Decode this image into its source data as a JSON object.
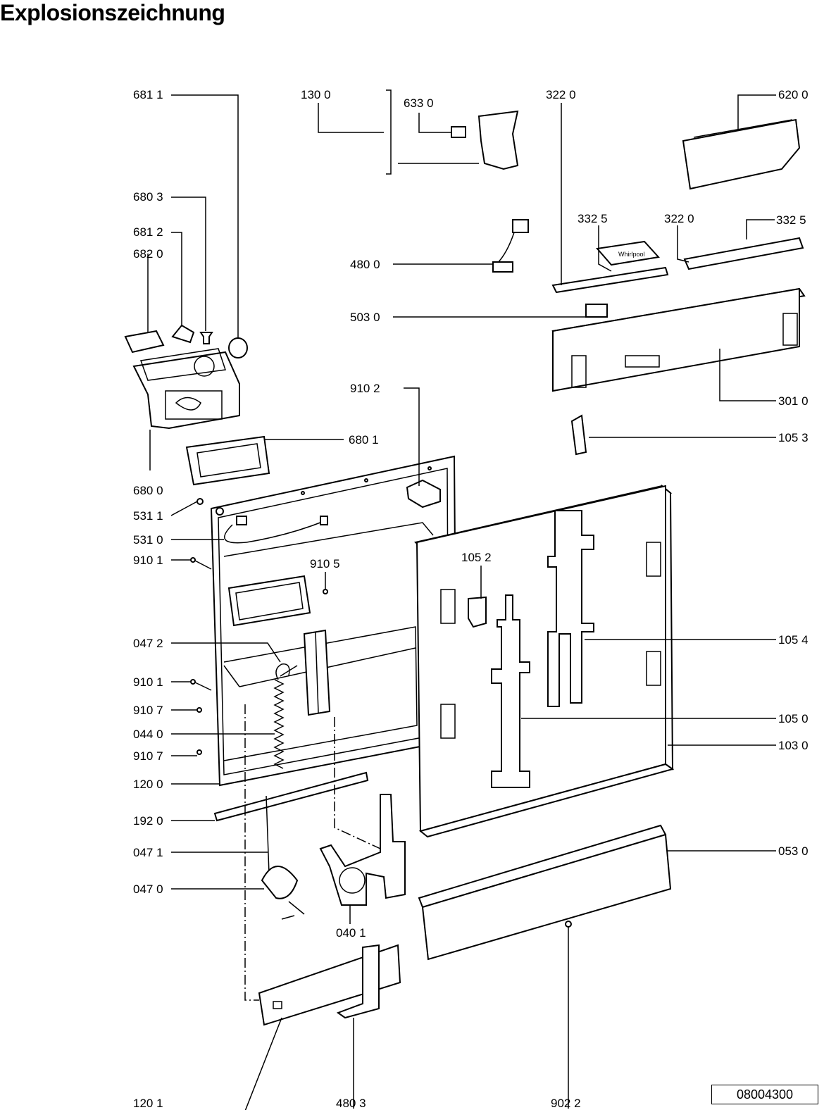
{
  "title": "Explosionszeichnung",
  "document_number": "08004300",
  "brand_label": "Whirlpool",
  "parts": [
    {
      "code": "681 1"
    },
    {
      "code": "130 0"
    },
    {
      "code": "633 0"
    },
    {
      "code": "322 0"
    },
    {
      "code": "620 0"
    },
    {
      "code": "680 3"
    },
    {
      "code": "681 2"
    },
    {
      "code": "682 0"
    },
    {
      "code": "332 5"
    },
    {
      "code": "322  0"
    },
    {
      "code": "332  5"
    },
    {
      "code": "480 0"
    },
    {
      "code": "503  0"
    },
    {
      "code": "910 2"
    },
    {
      "code": "301 0"
    },
    {
      "code": "680 1"
    },
    {
      "code": "105 3"
    },
    {
      "code": "680 0"
    },
    {
      "code": "531 1"
    },
    {
      "code": "531 0"
    },
    {
      "code": "910 1"
    },
    {
      "code": "910 5"
    },
    {
      "code": "105 2"
    },
    {
      "code": "047 2"
    },
    {
      "code": "105 4"
    },
    {
      "code": "910 1"
    },
    {
      "code": "910 7"
    },
    {
      "code": "105 0"
    },
    {
      "code": "044 0"
    },
    {
      "code": "103 0"
    },
    {
      "code": "910 7"
    },
    {
      "code": "120 0"
    },
    {
      "code": "192 0"
    },
    {
      "code": "053 0"
    },
    {
      "code": "047 1"
    },
    {
      "code": "047 0"
    },
    {
      "code": "040 1"
    },
    {
      "code": "120 1"
    },
    {
      "code": "480 3"
    },
    {
      "code": "902 2"
    }
  ]
}
